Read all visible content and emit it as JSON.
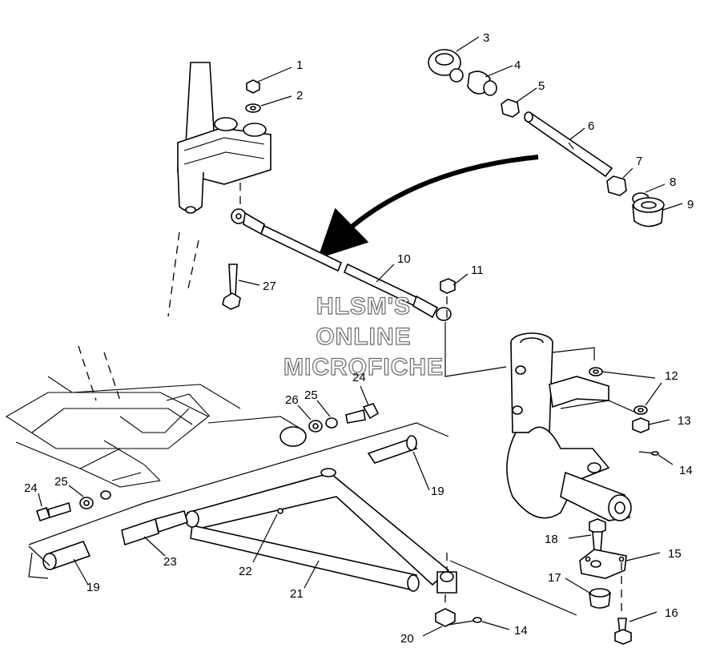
{
  "watermark": {
    "line1": "HLSM'S",
    "line2": "ONLINE",
    "line3": "MICROFICHE"
  },
  "callouts": {
    "c1": "1",
    "c2": "2",
    "c3": "3",
    "c4": "4",
    "c5": "5",
    "c6": "6",
    "c7": "7",
    "c8": "8",
    "c9": "9",
    "c10": "10",
    "c11": "11",
    "c12": "12",
    "c13": "13",
    "c14a": "14",
    "c14b": "14",
    "c15": "15",
    "c16": "16",
    "c17": "17",
    "c18": "18",
    "c19a": "19",
    "c19b": "19",
    "c20": "20",
    "c21": "21",
    "c22": "22",
    "c23": "23",
    "c24a": "24",
    "c24b": "24",
    "c25a": "25",
    "c25b": "25",
    "c26": "26",
    "c27": "27"
  }
}
